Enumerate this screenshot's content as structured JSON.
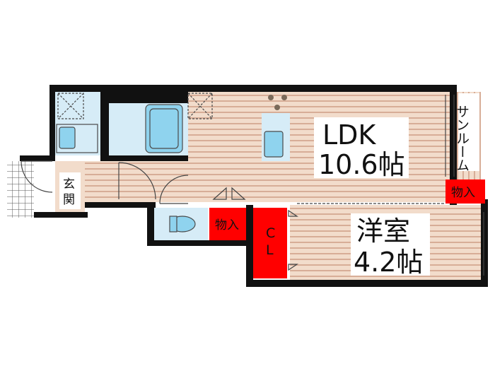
{
  "rooms": {
    "ldk_name": "LDK",
    "ldk_size": "10.6帖",
    "western_name": "洋室",
    "western_size": "4.2帖",
    "sunroom": "サンルーム",
    "storage_right": "物入",
    "storage_center": "物入",
    "closet_c": "C",
    "closet_l": "L",
    "entrance_1": "玄",
    "entrance_2": "関"
  },
  "colors": {
    "floor": "#f2dccb",
    "floor_stripe": "#d7ad97",
    "storage": "#ff0000",
    "fixture": "#8fd3ee",
    "wet_area": "#d6ecf7"
  }
}
